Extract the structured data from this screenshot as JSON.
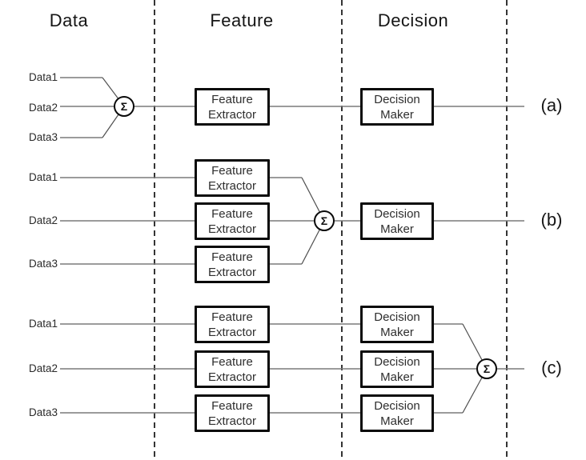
{
  "headers": {
    "data": "Data",
    "feature": "Feature",
    "decision": "Decision"
  },
  "sigma_symbol": "Σ",
  "box_labels": {
    "feature_extractor": {
      "line1": "Feature",
      "line2": "Extractor"
    },
    "decision_maker": {
      "line1": "Decision",
      "line2": "Maker"
    }
  },
  "rows": {
    "a": {
      "tag": "(a)",
      "inputs": [
        "Data1",
        "Data2",
        "Data3"
      ]
    },
    "b": {
      "tag": "(b)",
      "inputs": [
        "Data1",
        "Data2",
        "Data3"
      ]
    },
    "c": {
      "tag": "(c)",
      "inputs": [
        "Data1",
        "Data2",
        "Data3"
      ]
    }
  },
  "colors": {
    "background": "#ffffff",
    "connector_line": "#7a7a7a",
    "diagonal_line": "#4f4f4f",
    "separator_dash": "#1f1f1f",
    "box_border": "#0a0a0a",
    "text": "#1a1a1a"
  }
}
